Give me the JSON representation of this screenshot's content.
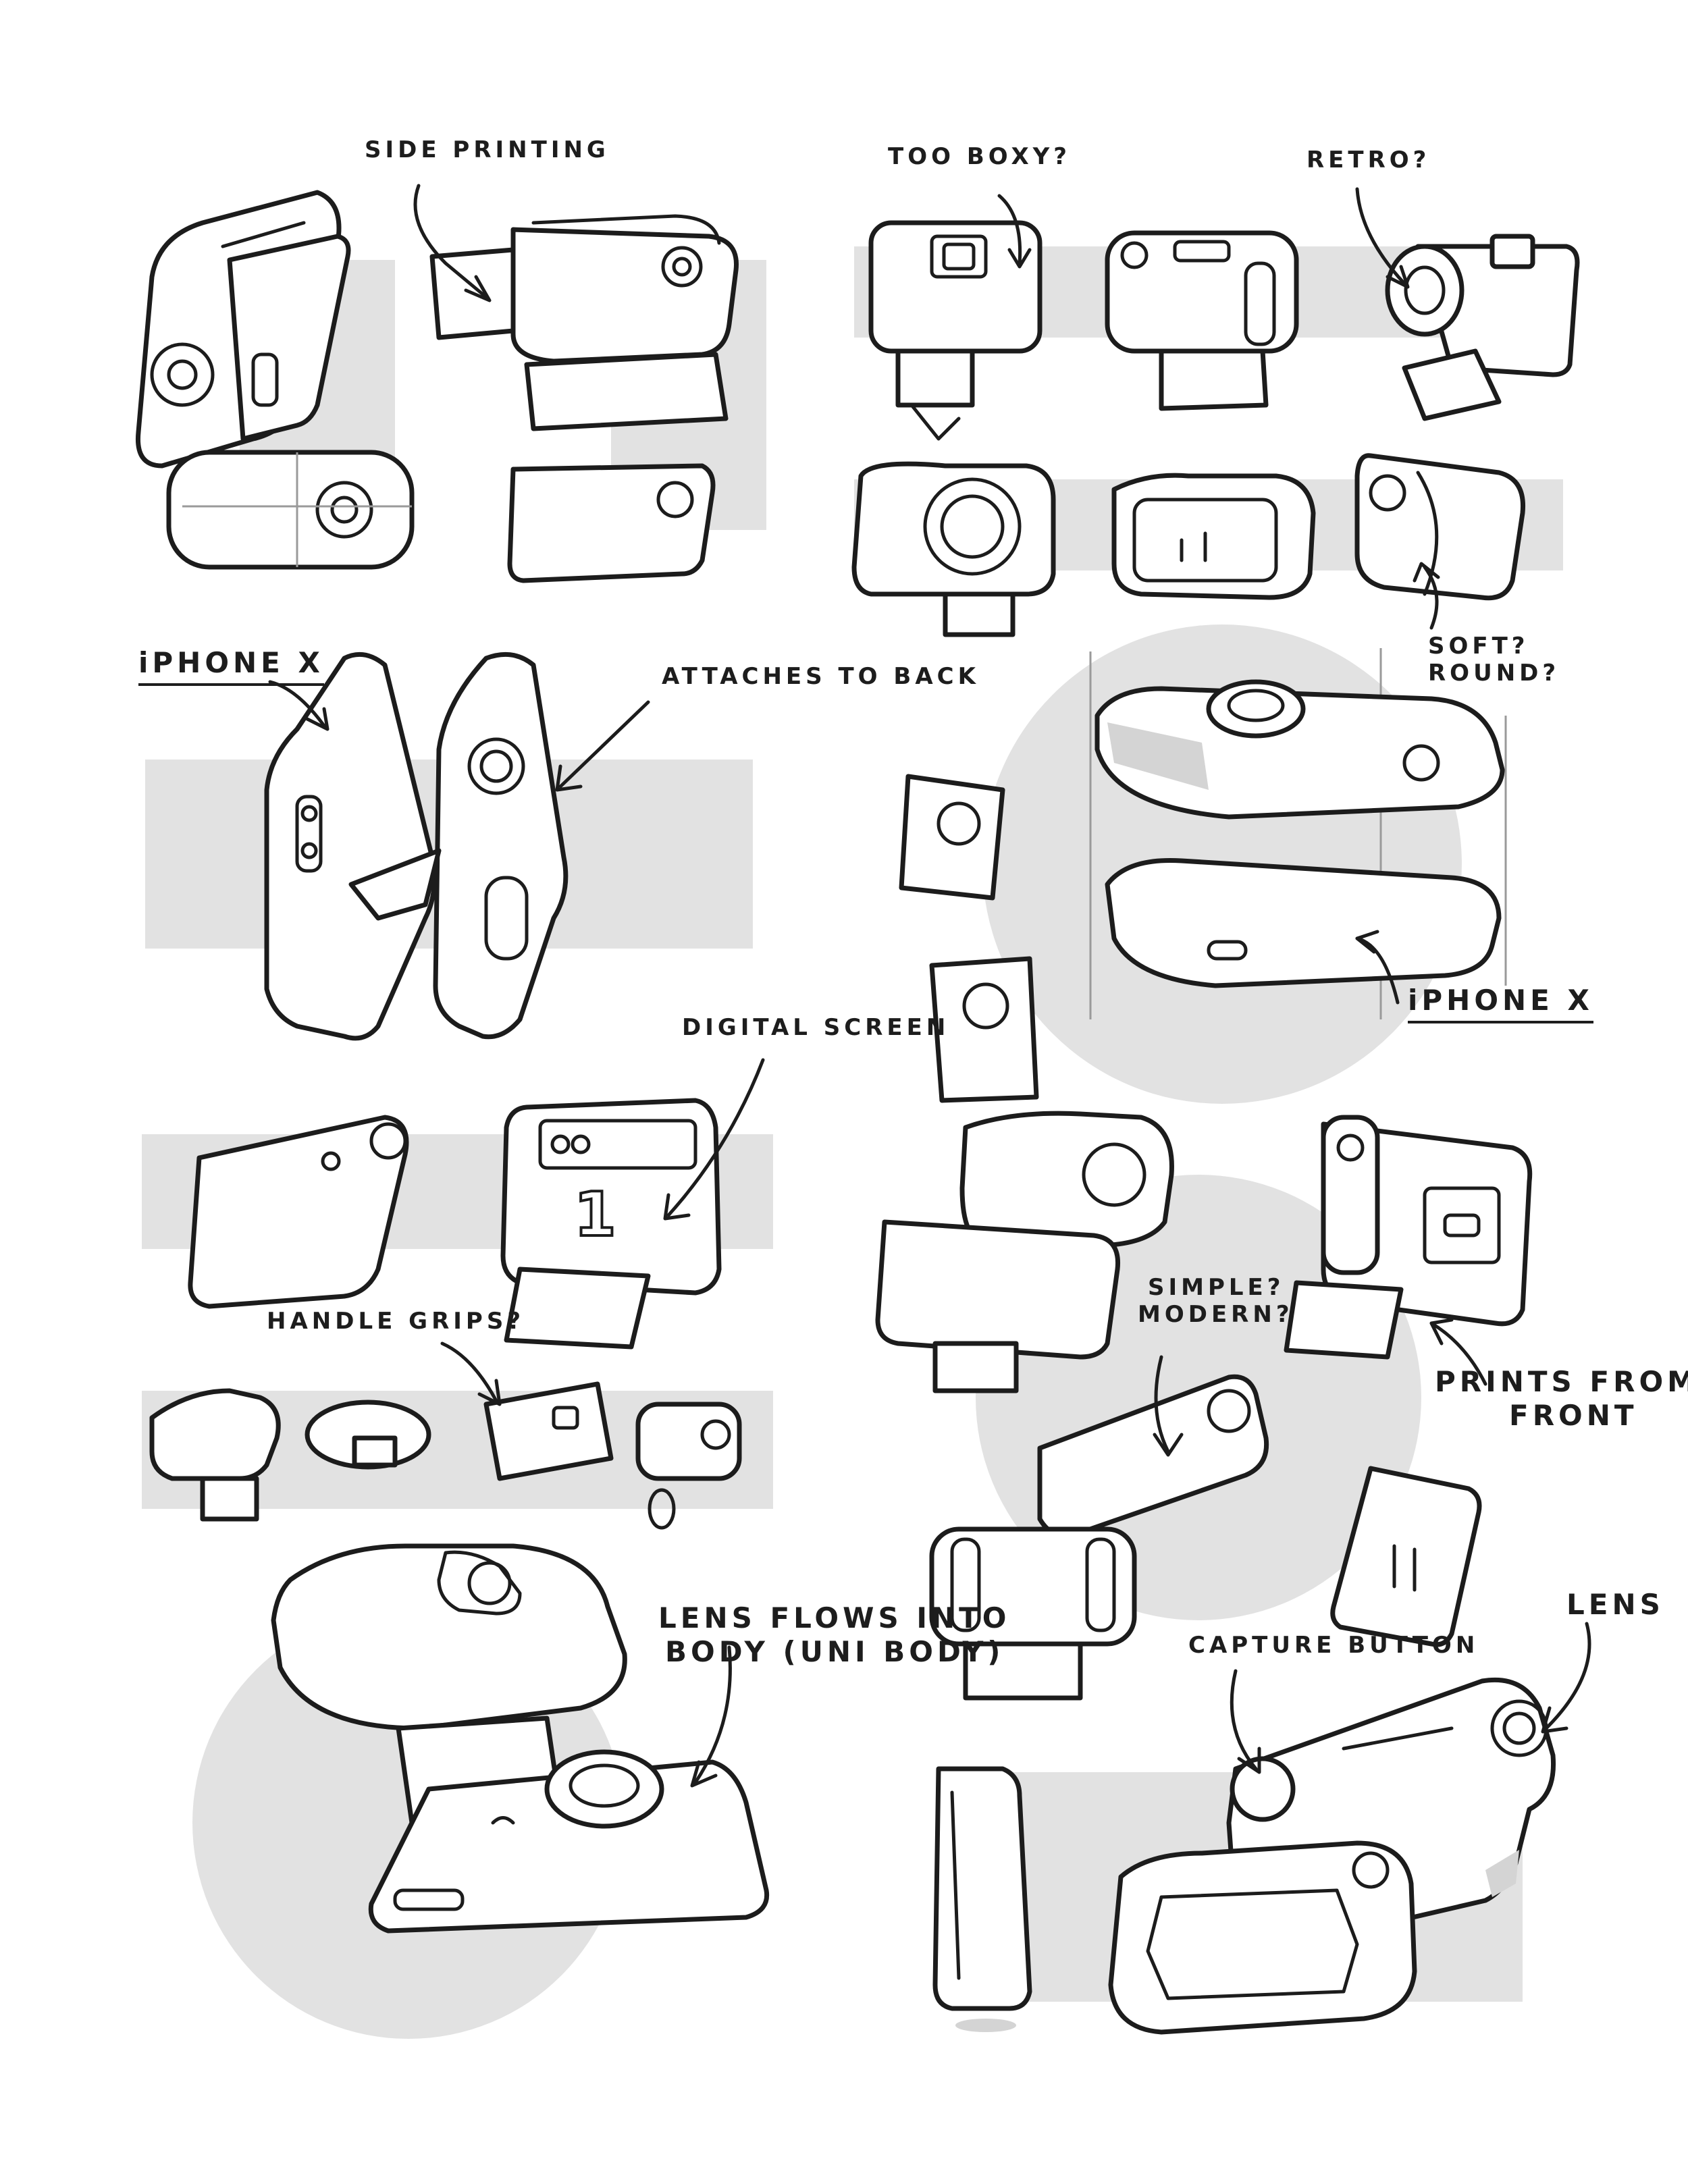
{
  "annotations": {
    "side_printing": "SIDE PRINTING",
    "too_boxy": "TOO BOXY?",
    "retro": "RETRO?",
    "iphone_x_left": "iPHONE X",
    "attaches_to_back": "ATTACHES TO BACK",
    "soft_round_1": "SOFT?",
    "soft_round_2": "ROUND?",
    "iphone_x_right": "iPHONE X",
    "digital_screen": "DIGITAL SCREEN",
    "handle_grips": "HANDLE GRIPS?",
    "simple_1": "SIMPLE?",
    "simple_2": "MODERN?",
    "prints_from_1": "PRINTS FROM",
    "prints_from_2": "FRONT",
    "lens_flows_1": "LENS FLOWS INTO",
    "lens_flows_2": "BODY (UNI BODY)",
    "capture_button": "CAPTURE BUTTON",
    "lens": "LENS"
  },
  "screen_digit": "1",
  "colors": {
    "ink": "#1c1c1c",
    "background_shapes": "#e2e2e2",
    "paper": "#ffffff"
  }
}
